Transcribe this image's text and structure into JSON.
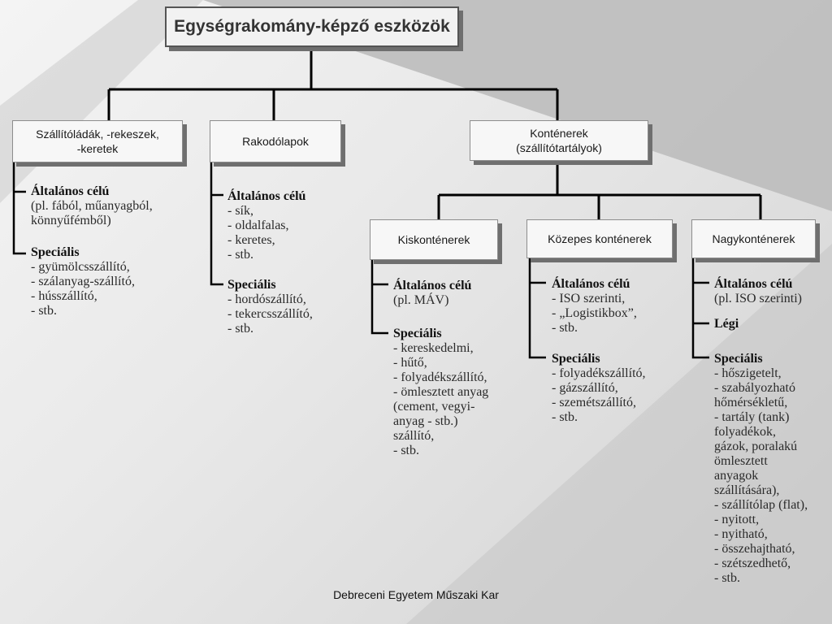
{
  "root": "Egységrakomány-képző eszközök",
  "level1": {
    "boxes": {
      "szallito": [
        "Szállítóládák, -rekeszek,",
        "-keretek"
      ],
      "rakodo": [
        "Rakodólapok"
      ],
      "kontener": [
        "Konténerek",
        "(szállítótartályok)"
      ]
    }
  },
  "level2": {
    "kis": "Kiskonténerek",
    "kozepes": "Közepes konténerek",
    "nagy": "Nagykonténerek"
  },
  "columns": {
    "szallito": {
      "altalanos_title": "Általános célú",
      "altalanos_items": [
        "(pl. fából, műanyagból,",
        "könnyűfémből)"
      ],
      "specialis_title": "Speciális",
      "specialis_items": [
        "- gyümölcsszállító,",
        "- szálanyag-szállító,",
        "- hússzállító,",
        "- stb."
      ]
    },
    "rakodo": {
      "altalanos_title": "Általános célú",
      "altalanos_items": [
        "- sík,",
        "- oldalfalas,",
        "- keretes,",
        "- stb."
      ],
      "specialis_title": "Speciális",
      "specialis_items": [
        "- hordószállító,",
        "- tekercsszállító,",
        "- stb."
      ]
    },
    "kis": {
      "altalanos_title": "Általános célú",
      "altalanos_items": [
        "(pl. MÁV)"
      ],
      "specialis_title": "Speciális",
      "specialis_items": [
        "- kereskedelmi,",
        "- hűtő,",
        "- folyadékszállító,",
        "- ömlesztett anyag",
        "(cement, vegyi-",
        "anyag - stb.)",
        "szállító,",
        "- stb."
      ]
    },
    "kozepes": {
      "altalanos_title": "Általános célú",
      "altalanos_items": [
        "- ISO szerinti,",
        "- „Logistikbox”,",
        "- stb."
      ],
      "specialis_title": "Speciális",
      "specialis_items": [
        "- folyadékszállító,",
        "- gázszállító,",
        "- szemétszállító,",
        "- stb."
      ]
    },
    "nagy": {
      "altalanos_title": "Általános célú",
      "altalanos_items": [
        "(pl. ISO szerinti)"
      ],
      "legi_title": "Légi",
      "specialis_title": "Speciális",
      "specialis_items": [
        "- hőszigetelt,",
        "- szabályozható",
        "hőmérsékletű,",
        "- tartály (tank)",
        "folyadékok,",
        "gázok, poralakú",
        "ömlesztett",
        "anyagok",
        "szállítására),",
        "- szállítólap (flat),",
        "- nyitott,",
        "- nyitható,",
        "- összehajtható,",
        "- szétszedhető,",
        "- stb."
      ]
    }
  },
  "footer": "Debreceni Egyetem Műszaki Kar",
  "colors": {
    "line": "#000000",
    "box_fill": "#f7f7f7",
    "shadow": "#6f6f6f"
  }
}
